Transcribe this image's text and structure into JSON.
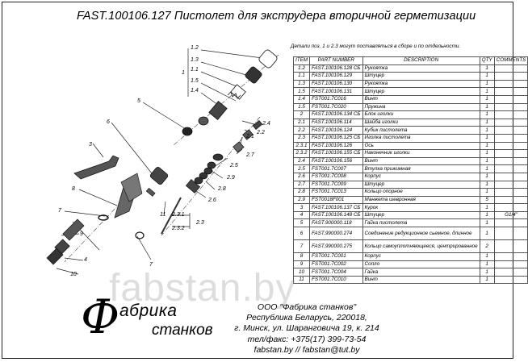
{
  "title": "FAST.100106.127 Пистолет для экструдера вторичной герметизации",
  "note": "Детали поз. 1 и 2.3 могут поставляться в сборе и по отдельности.",
  "table": {
    "headers": [
      "ITEM",
      "PART NUMBER",
      "DESCRIPTION",
      "QTY",
      "COMMENTS"
    ],
    "rows": [
      {
        "item": "1.2",
        "pn": "FAST.100106.128 СБ",
        "desc": "Рукоятка",
        "qty": "1",
        "com": ""
      },
      {
        "item": "1.1",
        "pn": "FAST.100106.129",
        "desc": "Штуцер",
        "qty": "1",
        "com": ""
      },
      {
        "item": "1.3",
        "pn": "FAST.100106.130",
        "desc": "Рукоятка",
        "qty": "1",
        "com": ""
      },
      {
        "item": "1.5",
        "pn": "FAST.100106.131",
        "desc": "Штуцер",
        "qty": "1",
        "com": ""
      },
      {
        "item": "1.4",
        "pn": "FST001.7C016",
        "desc": "Винт",
        "qty": "1",
        "com": ""
      },
      {
        "item": "1.5",
        "pn": "FST001.7C020",
        "desc": "Пружина",
        "qty": "1",
        "com": ""
      },
      {
        "item": "2",
        "pn": "FAST.100106.134 СБ",
        "desc": "Блок иголки",
        "qty": "1",
        "com": ""
      },
      {
        "item": "2.1",
        "pn": "FAST.100106.114",
        "desc": "Шайба иголки",
        "qty": "1",
        "com": ""
      },
      {
        "item": "2.2",
        "pn": "FAST.100106.124",
        "desc": "Кубик пистолета",
        "qty": "1",
        "com": ""
      },
      {
        "item": "2.3",
        "pn": "FAST.100106.125 СБ",
        "desc": "Иголка пистолета",
        "qty": "1",
        "com": ""
      },
      {
        "item": "2.3.1",
        "pn": "FAST.100106.126",
        "desc": "Ось",
        "qty": "1",
        "com": ""
      },
      {
        "item": "2.3.2",
        "pn": "FAST.100106.155 СБ",
        "desc": "Наконечник иголки",
        "qty": "1",
        "com": ""
      },
      {
        "item": "2.4",
        "pn": "FAST.100106.156",
        "desc": "Винт",
        "qty": "1",
        "com": ""
      },
      {
        "item": "2.5",
        "pn": "FST001.7C007",
        "desc": "Втулка прижимная",
        "qty": "1",
        "com": ""
      },
      {
        "item": "2.6",
        "pn": "FST001.7C008",
        "desc": "Корпус",
        "qty": "1",
        "com": ""
      },
      {
        "item": "2.7",
        "pn": "FST001.7C009",
        "desc": "Штуцер",
        "qty": "1",
        "com": ""
      },
      {
        "item": "2.8",
        "pn": "FST001.7C013",
        "desc": "Кольцо опорное",
        "qty": "1",
        "com": ""
      },
      {
        "item": "2.9",
        "pn": "FST0018F001",
        "desc": "Манжета шевронная",
        "qty": "5",
        "com": ""
      },
      {
        "item": "3",
        "pn": "FAST.100106.137 СБ",
        "desc": "Курок",
        "qty": "1",
        "com": ""
      },
      {
        "item": "4",
        "pn": "FAST.100106.148 СБ",
        "desc": "Штуцер",
        "qty": "1",
        "com": "G1/4\""
      },
      {
        "item": "5",
        "pn": "FAST.900000.118",
        "desc": "Гайка пистолета",
        "qty": "1",
        "com": ""
      },
      {
        "item": "6",
        "pn": "FAST.990000.274",
        "desc": "Соединение редукционное сьемное, длинное",
        "qty": "1",
        "com": "",
        "tall": true
      },
      {
        "item": "7",
        "pn": "FAST.990000.275",
        "desc": "Кольцо самоуплотняющееся, центрированное",
        "qty": "2",
        "com": "",
        "tall": true
      },
      {
        "item": "8",
        "pn": "FST001.7C001",
        "desc": "Корпус",
        "qty": "1",
        "com": ""
      },
      {
        "item": "9",
        "pn": "FST001.7C002",
        "desc": "Сопло",
        "qty": "1",
        "com": ""
      },
      {
        "item": "10",
        "pn": "FST001.7C004",
        "desc": "Гайка",
        "qty": "1",
        "com": ""
      },
      {
        "item": "11",
        "pn": "FST001.7C010",
        "desc": "Винт",
        "qty": "1",
        "com": ""
      }
    ]
  },
  "callouts": {
    "c1_2": "1.2",
    "c1_3": "1.3",
    "c1_1": "1.1",
    "c1_5": "1.5",
    "c1_4": "1.4",
    "c1": "1",
    "c5": "5",
    "c6": "6",
    "c3": "3",
    "c8": "8",
    "c7a": "7",
    "c9": "9",
    "c10": "10",
    "c4": "4",
    "c11": "11",
    "c2_4": "2.4",
    "c2_2": "2.2",
    "c2_1": "2.1",
    "c2_7": "2.7",
    "c2_5": "2.5",
    "c2_9": "2.9",
    "c2_8": "2.8",
    "c2_6": "2.6",
    "c2_3_1": "2.3.1",
    "c2_3_2": "2.3.2",
    "c2_3": "2.3",
    "c7b": "7"
  },
  "logo": {
    "line1": "абрика",
    "line2": "станков",
    "letter": "Ф"
  },
  "contacts": {
    "l1": "ООО \"Фабрика станков\"",
    "l2": "Республика Беларусь, 220018,",
    "l3": "г. Минск, ул. Шаранговича 19, к. 214",
    "l4": "тел/факс: +375(17) 399-73-54",
    "l5": "fabstan.by   //   fabstan@tut.by"
  },
  "watermark": "fabstan.by",
  "colors": {
    "line": "#222222",
    "watermark": "#9a9a9a"
  }
}
